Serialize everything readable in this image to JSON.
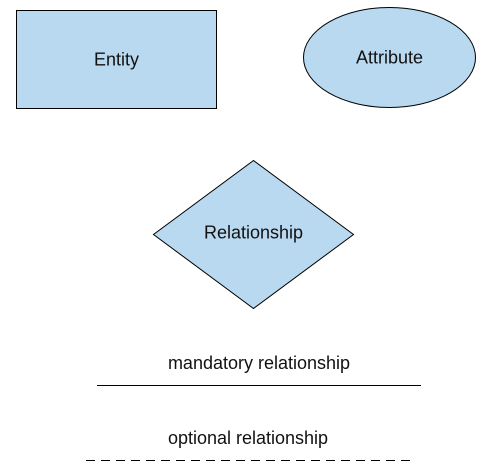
{
  "colors": {
    "shape_fill": "#b9d9f0",
    "stroke": "#000000",
    "text": "#111111",
    "background": "#ffffff"
  },
  "shapes": {
    "entity": {
      "label": "Entity",
      "kind": "rectangle"
    },
    "attribute": {
      "label": "Attribute",
      "kind": "ellipse"
    },
    "relationship": {
      "label": "Relationship",
      "kind": "diamond"
    }
  },
  "lines": {
    "mandatory": {
      "label": "mandatory relationship",
      "style": "solid"
    },
    "optional": {
      "label": "optional relationship",
      "style": "dashed"
    }
  }
}
